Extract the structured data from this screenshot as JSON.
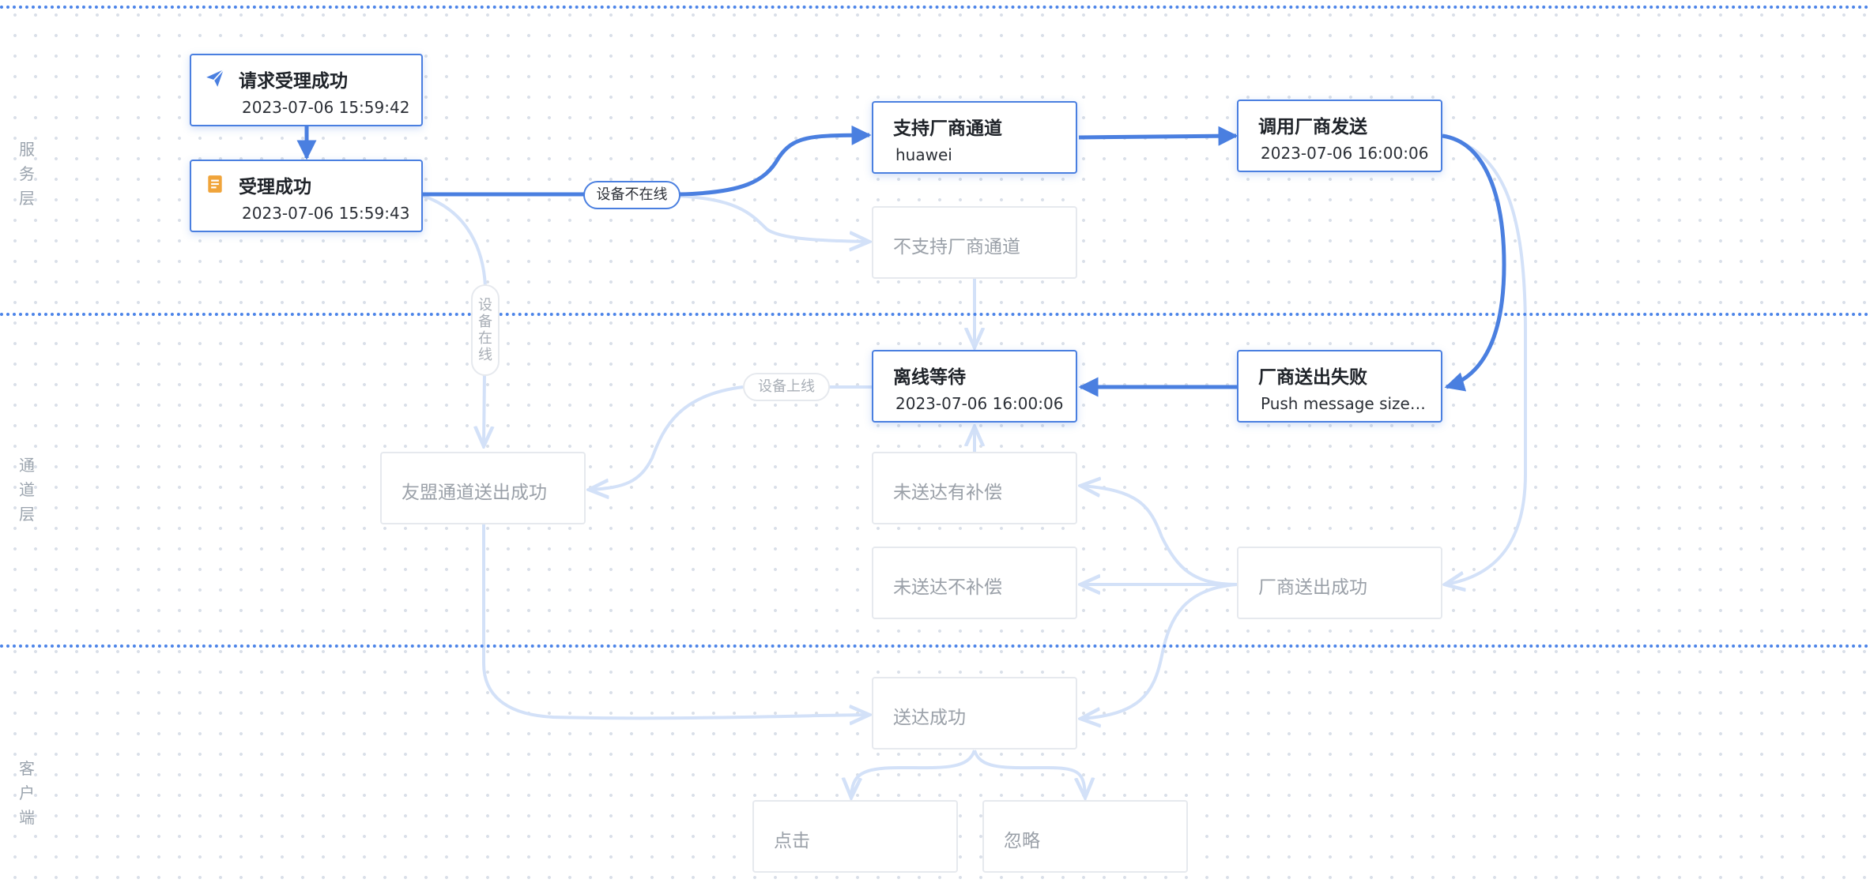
{
  "lanes": [
    {
      "label": "服务层"
    },
    {
      "label": "通道层"
    },
    {
      "label": "客户端"
    }
  ],
  "nodes": {
    "request_accepted": {
      "title": "请求受理成功",
      "subtitle": "2023-07-06 15:59:42",
      "icon": "send-icon",
      "active": true
    },
    "accepted": {
      "title": "受理成功",
      "subtitle": "2023-07-06 15:59:43",
      "icon": "document-icon",
      "active": true
    },
    "vendor_channel_supported": {
      "title": "支持厂商通道",
      "subtitle": "huawei",
      "active": true
    },
    "call_vendor_send": {
      "title": "调用厂商发送",
      "subtitle": "2023-07-06 16:00:06",
      "active": true
    },
    "vendor_channel_unsupported": {
      "title": "不支持厂商通道",
      "active": false
    },
    "offline_wait": {
      "title": "离线等待",
      "subtitle": "2023-07-06 16:00:06",
      "active": true
    },
    "vendor_send_failed": {
      "title": "厂商送出失败",
      "subtitle": "Push message size i...",
      "active": true
    },
    "umeng_channel_sent": {
      "title": "友盟通道送出成功",
      "active": false
    },
    "undelivered_compensated": {
      "title": "未送达有补偿",
      "active": false
    },
    "undelivered_not_compensated": {
      "title": "未送达不补偿",
      "active": false
    },
    "vendor_send_success": {
      "title": "厂商送出成功",
      "active": false
    },
    "delivered": {
      "title": "送达成功",
      "active": false
    },
    "click": {
      "title": "点击",
      "active": false
    },
    "ignore": {
      "title": "忽略",
      "active": false
    }
  },
  "edge_labels": {
    "device_offline": "设备不在线",
    "device_online": "设备在线",
    "device_comes_online": "设备上线"
  },
  "colors": {
    "active": "#4a7fe0",
    "inactive_edge": "#d3e1f8",
    "inactive_border": "#e6e9ee",
    "divider": "#4c84e8",
    "document_icon": "#f0a43a"
  }
}
